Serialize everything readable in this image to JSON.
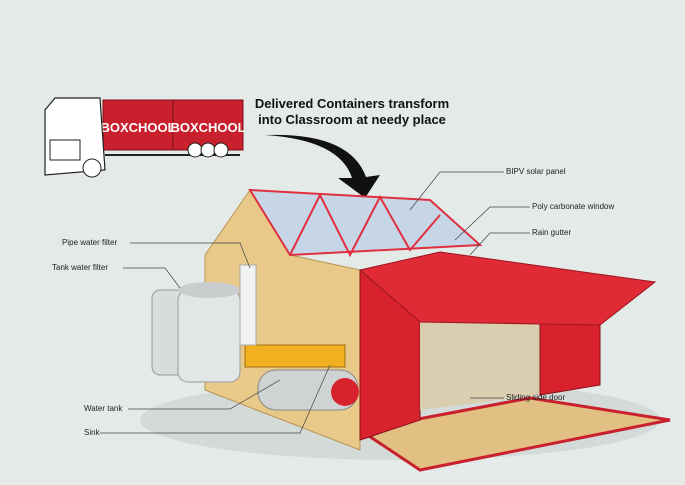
{
  "truck": {
    "container_labels": [
      "BOXCHOOL",
      "BOXCHOOL"
    ]
  },
  "heading": {
    "line1": "Delivered Containers transform",
    "line2": "into Classroom at needy place"
  },
  "labels": {
    "bipv_solar_panel": "BIPV solar panel",
    "poly_carbonate_window": "Poly carbonate window",
    "rain_gutter": "Rain gutter",
    "sliding_side_door": "Sliding side door",
    "pipe_water_filter": "Pipe water filter",
    "tank_water_filter": "Tank water filter",
    "water_tank": "Water tank",
    "sink": "Sink"
  },
  "colors": {
    "container_red": "#d8232f",
    "wood": "#e8c98a",
    "background": "#e4eae8"
  }
}
